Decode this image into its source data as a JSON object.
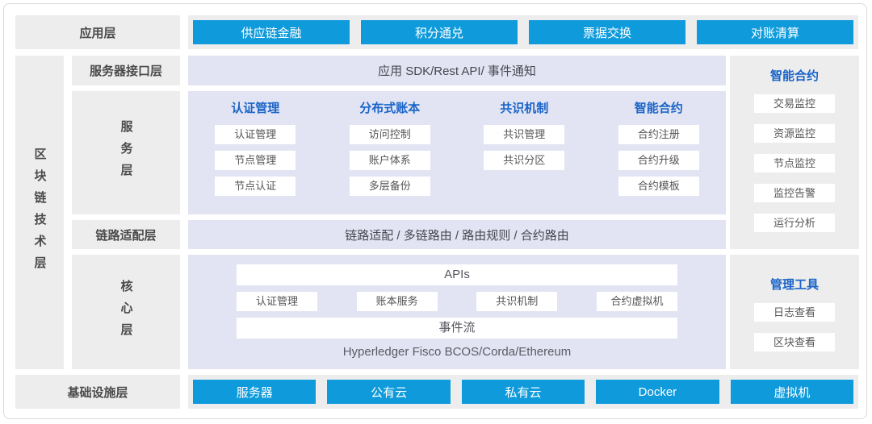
{
  "colors": {
    "accent_blue": "#0f9bdb",
    "header_blue": "#1a64c8",
    "lavender": "#e2e4f3",
    "panel_gray": "#ededed"
  },
  "app_layer": {
    "label": "应用层",
    "buttons": [
      "供应链金融",
      "积分通兑",
      "票据交换",
      "对账清算"
    ]
  },
  "tech_layer": {
    "label": "区块链技术层",
    "rows": {
      "interface": {
        "label": "服务器接口层",
        "content": "应用 SDK/Rest API/ 事件通知"
      },
      "service": {
        "label": "服务层",
        "columns": [
          {
            "header": "认证管理",
            "items": [
              "认证管理",
              "节点管理",
              "节点认证"
            ]
          },
          {
            "header": "分布式账本",
            "items": [
              "访问控制",
              "账户体系",
              "多层备份"
            ]
          },
          {
            "header": "共识机制",
            "items": [
              "共识管理",
              "共识分区"
            ]
          },
          {
            "header": "智能合约",
            "items": [
              "合约注册",
              "合约升级",
              "合约模板"
            ]
          }
        ]
      },
      "link": {
        "label": "链路适配层",
        "content": "链路适配 / 多链路由 / 路由规则 / 合约路由"
      },
      "core": {
        "label": "核心层",
        "apis_bar": "APIs",
        "modules": [
          "认证管理",
          "账本服务",
          "共识机制",
          "合约虚拟机"
        ],
        "event_bar": "事件流",
        "platforms": "Hyperledger Fisco BCOS/Corda/Ethereum"
      }
    }
  },
  "side_panels": [
    {
      "header": "智能合约",
      "items": [
        "交易监控",
        "资源监控",
        "节点监控",
        "监控告警",
        "运行分析"
      ]
    },
    {
      "header": "管理工具",
      "items": [
        "日志查看",
        "区块查看"
      ]
    }
  ],
  "infra_layer": {
    "label": "基础设施层",
    "buttons": [
      "服务器",
      "公有云",
      "私有云",
      "Docker",
      "虚拟机"
    ]
  }
}
